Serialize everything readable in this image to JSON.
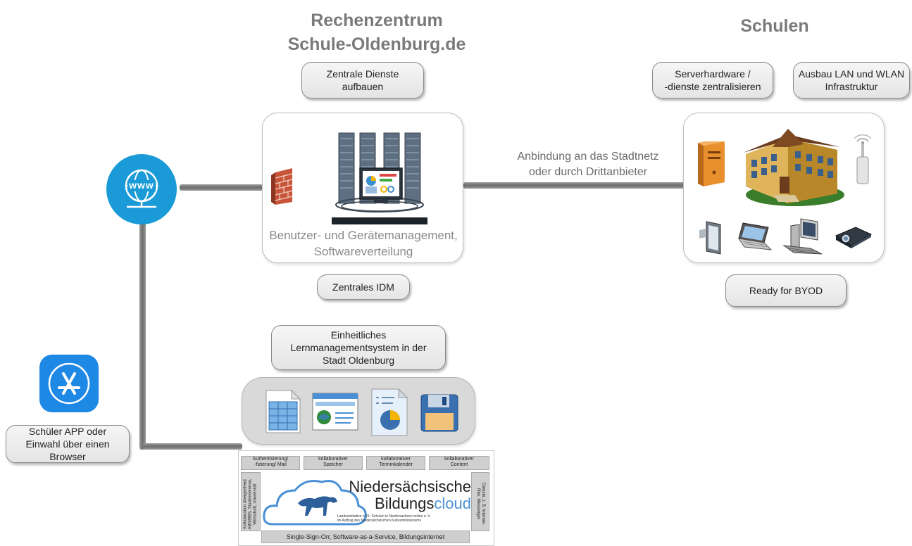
{
  "headings": {
    "rz_line1": "Rechenzentrum",
    "rz_line2": "Schule-Oldenburg.de",
    "schulen": "Schulen"
  },
  "pills": {
    "zentrale_dienste": "Zentrale Dienste\naufbauen",
    "zentrales_idm": "Zentrales IDM",
    "serverhardware": "Serverhardware /\n-dienste zentralisieren",
    "ausbau_lan": "Ausbau LAN und WLAN\nInfrastruktur",
    "ready_byod": "Ready for BYOD",
    "lernmanagement": "Einheitliches\nLernmanagementsystem in der\nStadt Oldenburg",
    "schueler_app": "Schüler APP oder\nEinwahl über einen\nBrowser"
  },
  "rz_panel": {
    "caption_line1": "Benutzer- und Gerätemanagement,",
    "caption_line2": "Softwareverteilung"
  },
  "connection": {
    "line1": "Anbindung an das Stadtnetz",
    "line2": "oder durch Drittanbieter"
  },
  "www_icon": {
    "label": "www"
  },
  "bildungscloud": {
    "top_boxes": [
      "Authentisierung/\n-fizierung/ Mail",
      "kollaborativer\nSpeicher",
      "kollaborativer\nTerminkalender",
      "kollaborativer\nContent"
    ],
    "left_side": "Kollaboration übergreifend\nABS/BBS, Studienseminar,\nWirtschaft, Universität",
    "right_side": "Dienste, z. B. Internet-\nfilter, Messenger",
    "title_line1": "Niedersächsische",
    "title_bold": "Bildungs",
    "title_light": "cloud",
    "tagline": "Landesinitiative n-21: Schulen in Niedersachsen online e. V.\nim Auftrag des Niedersächsischen Kultusministeriums",
    "bottom_bar": "Single-Sign-On; Software-as-a-Service, Bildungsinternet"
  },
  "colors": {
    "heading": "#7a7a7a",
    "www_circle": "#1a9bd7",
    "appstore": "#1e88e5",
    "connector": "#7a7a7a"
  }
}
